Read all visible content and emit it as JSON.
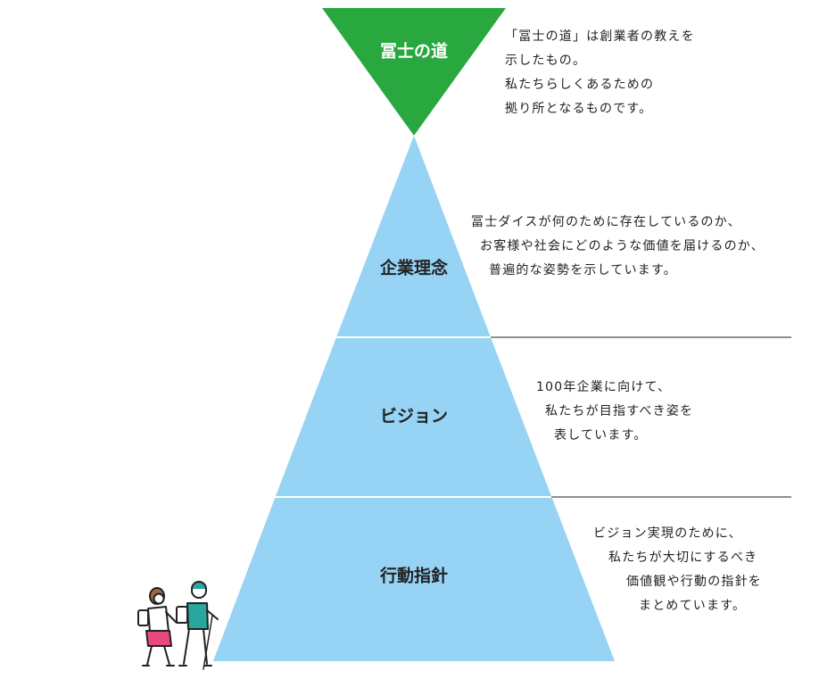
{
  "colors": {
    "top": "#28a83f",
    "pyramid": "#96d3f4",
    "text": "#222222",
    "line": "#222222"
  },
  "tiers": [
    {
      "label": "冨士の道",
      "lines": [
        "「冨士の道」は創業者の教えを",
        "示したもの。",
        "私たちらしくあるための",
        "拠り所となるものです。"
      ]
    },
    {
      "label": "企業理念",
      "lines": [
        "冨士ダイスが何のために存在しているのか、",
        "お客様や社会にどのような価値を届けるのか、",
        "普遍的な姿勢を示しています。"
      ]
    },
    {
      "label": "ビジョン",
      "lines": [
        "100年企業に向けて、",
        "私たちが目指すべき姿を",
        "表しています。"
      ]
    },
    {
      "label": "行動指針",
      "lines": [
        "ビジョン実現のために、",
        "私たちが大切にするべき",
        "価値観や行動の指針を",
        "まとめています。"
      ]
    }
  ],
  "illustration": {
    "icon": "hikers-illustration"
  }
}
